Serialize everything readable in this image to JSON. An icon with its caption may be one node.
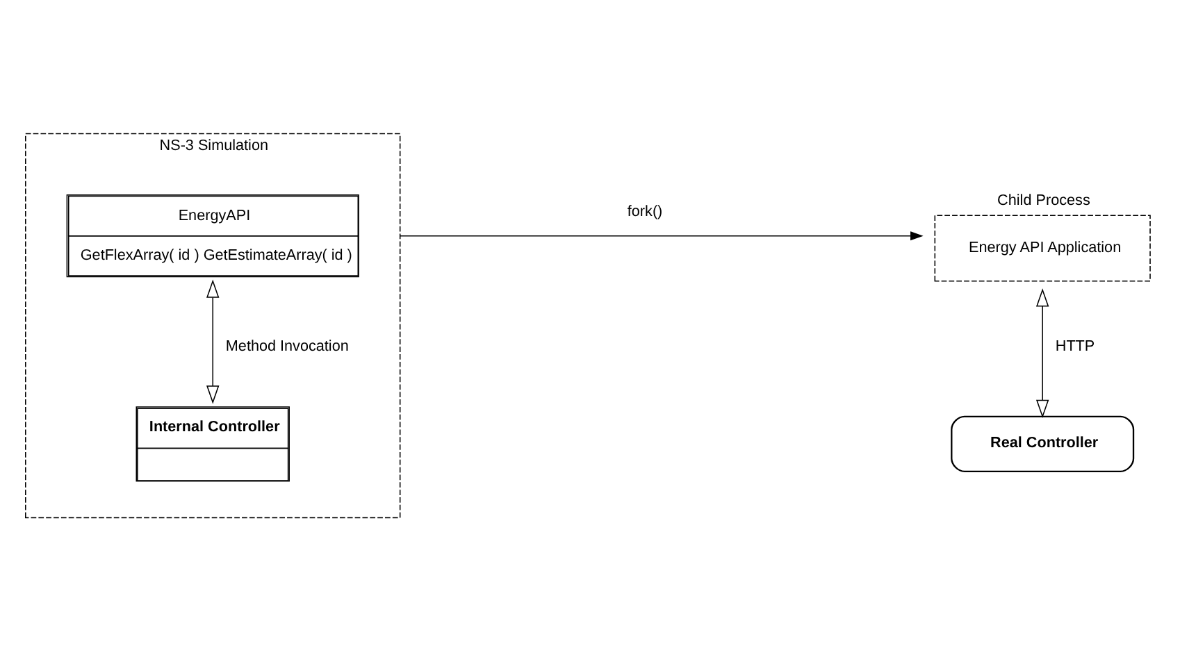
{
  "diagram": {
    "nodes": [
      {
        "text": [
          "NS-3 Simulation"
        ]
      },
      {
        "text": [
          "EnergyAPI",
          "GetFlexArray( id ) GetEstimateArray( id )"
        ],
        "in": 0
      },
      {
        "text": [
          "Internal Controller"
        ],
        "in": 0
      },
      {
        "text": [
          "Child Process",
          "Energy API Application"
        ]
      },
      {
        "text": [
          "Real Controller"
        ]
      }
    ],
    "edges": [
      {
        "from": 0,
        "to": 3,
        "arrow": "to",
        "label": "fork()"
      },
      {
        "from": 1,
        "to": 2,
        "arrow": "both",
        "label": "Method Invocation"
      },
      {
        "from": 3,
        "to": 4,
        "arrow": "both",
        "label": "HTTP"
      }
    ]
  }
}
